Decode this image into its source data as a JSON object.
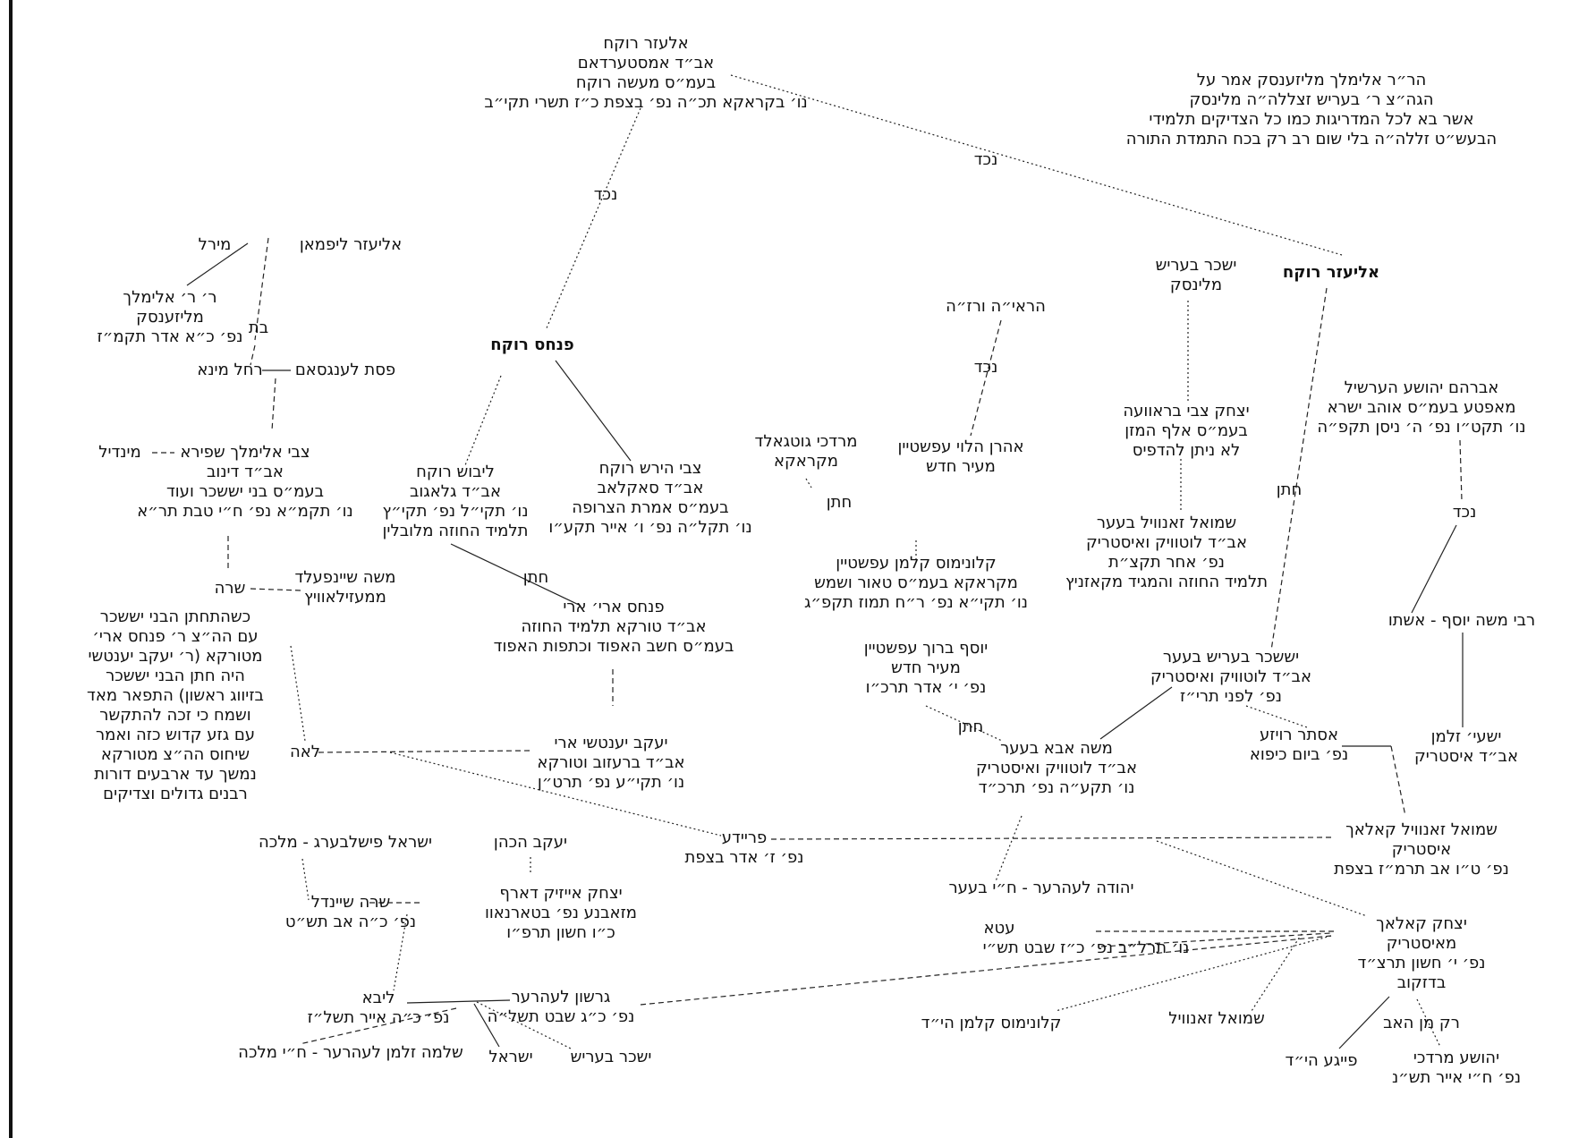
{
  "nodes": {
    "elazar_rokeach_amsterdam": [
      "אלעזר רוקח",
      "אב״ד אמסטערדאם",
      "בעמ״ס מעשה רוקח",
      "נו׳ בקראקא תכ״ה נפ׳ בצפת כ״ז תשרי תקי״ב"
    ],
    "note_noam": [
      "הר״ר אלימלך מליזענסק אמר על",
      "הגה״צ ר׳ בעריש זצללה״ה מלינסק",
      "אשר בא לכל המדריגות כמו כל הצדיקים תלמידי",
      "הבעש״ט זללה״ה בלי שום רב רק בכח התמדת התורה"
    ],
    "nekhed_1": [
      "נכד"
    ],
    "nekhed_2": [
      "נכד"
    ],
    "elazar_rokeach_right": [
      "אליעזר רוקח"
    ],
    "yissachar_berish_malinsk": [
      "ישכר בעריש",
      "מלינסק"
    ],
    "haraah": [
      "הראי״ה ורז״ה"
    ],
    "nekhed_3": [
      "נכד"
    ],
    "elazar_lipman": [
      "אליעזר ליפמאן"
    ],
    "mirel": [
      "מירל"
    ],
    "elimelech": [
      "ר׳ ר׳ אלימלך",
      "מליזענסק",
      "נפ׳ כ״א אדר תקמ״ז"
    ],
    "bat": [
      "בת"
    ],
    "pesach": [
      "פסת לענגסאם"
    ],
    "rachel_mina": [
      "רחל מינא"
    ],
    "zvi_elimelech": [
      "צבי אלימלך שפירא",
      "אב״ד דינוב",
      "בעמ״ס בני יששכר ועוד",
      "נו׳ תקמ״א נפ׳ ח״י טבת תר״א"
    ],
    "mindel": [
      "מינדיל"
    ],
    "moshe_sheinfeld": [
      "משה שיינפעלד",
      "ממעזילאוויץ"
    ],
    "sarah": [
      "שרה"
    ],
    "note_long": [
      "כשהתחתן הבני יששכר",
      "עם הה״צ ר׳ פנחס ארי׳",
      "מטורקא (ר׳ יעקב יענטשי",
      "היה חתן הבני יששכר",
      "בזיווג ראשון) התפאר מאד",
      "ושמח כי זכה להתקשר",
      "עם גזע קדוש כזה ואמר",
      "שיחוס הה״צ מטורקא",
      "נמשך עד ארבעים דורות",
      "רבנים גדולים וצדיקים"
    ],
    "leah": [
      "לאה"
    ],
    "pinchas_rokeach": [
      "פנחס רוקח"
    ],
    "leibush_rokeach": [
      "ליבוש רוקח",
      "אב״ד גלאגוב",
      "נו׳ תקי״ל נפ׳ תקי״ץ",
      "תלמיד החוזה מלובלין"
    ],
    "zvi_hirsh_rokeach": [
      "צבי הירש רוקח",
      "אב״ד סאקלאב",
      "בעמ״ס אמרת הצרופה",
      "נו׳ תקל״ה נפ׳ ו׳ אייר תקע״ו"
    ],
    "chatan_1": [
      "חתן"
    ],
    "pinchas_arye": [
      "פנחס ארי׳ ארי",
      "אב״ד טורקא תלמיד החוזה",
      "בעמ״ס חשב האפוד וכתפות האפוד"
    ],
    "yaakov_yenteshi": [
      "יעקב יענטשי ארי",
      "אב״ד ברעזוב וטורקא",
      "נו׳ תקי״ע נפ׳ תרט״ן"
    ],
    "mordechai_gutgeld": [
      "מרדכי גוטגאלד",
      "מקראקא"
    ],
    "chatan_2": [
      "חתן"
    ],
    "aharon_epstein": [
      "אהרן הלוי עפשטיין",
      "מעיר חדש"
    ],
    "kalonymus_epstein": [
      "קלונימוס קלמן עפשטיין",
      "מקראקא בעמ״ס טאור ושמש",
      "נו׳ תקי״א נפ׳ ר״ח תמוז תקפ״ג"
    ],
    "yitzchak_zvi_brauer": [
      "יצחק צבי בראוועה",
      "בעמ״ס אלף המזן",
      "לא ניתן להדפיס"
    ],
    "shmuel_zanvil_beer": [
      "שמואל זאנוויל בעער",
      "אב״ד לוטוויק ואיסטריק",
      "נפ׳ אחר תקצ״ת",
      "תלמיד החוזה והמגיד מקאזניץ"
    ],
    "chatan_3": [
      "חתן"
    ],
    "avraham_heshel": [
      "אברהם יהושע הערשיל",
      "מאפטע בעמ״ס אוהב ישרא",
      "נו׳ תקט״ו נפ׳ ה׳ ניסן תקפ״ה"
    ],
    "nekhed_4": [
      "נכד"
    ],
    "rabbi_moshe_yosef": [
      "רבי משה יוסף - אשתו"
    ],
    "yeshaya_zalman": [
      "ישעי׳ זלמן",
      "אב״ד איסטריק"
    ],
    "yissachar_berish_beer": [
      "יששכר בעריש בעער",
      "אב״ד לוטוויק ואיסטריק",
      "נפ׳ לפני תרי״ז"
    ],
    "esther_reizel": [
      "אסתר רויזע",
      "נפ׳ ביום כיפוא"
    ],
    "yosef_baruch": [
      "יוסף ברוך עפשטיין",
      "מעיר חדש",
      "נפ׳ י׳ אדר תרכ״ו"
    ],
    "chatan_4": [
      "חתן"
    ],
    "moshe_abba_beer": [
      "משה אבא בעער",
      "אב״ד לוטוויק ואיסטריק",
      "נו׳ תקע״ה נפ׳ תרכ״ד"
    ],
    "shmuel_kalach": [
      "שמואל זאנוויל קאלאך",
      "איסטריק",
      "נפ׳ ט״ו אב תרמ״ז בצפת"
    ],
    "freida": [
      "פריידע",
      "נפ׳ ז׳ אדר בצפת"
    ],
    "yehuda_lehrer": [
      "יהודה לעהרער - ח״י בעער"
    ],
    "eta": [
      "עטא"
    ],
    "eta_dates": [
      "נו׳ תרל״ב נפ׳ כ״ז שבט תש״י"
    ],
    "yitzchak_kalach": [
      "יצחק קאלאך",
      "מאיסטריק",
      "נפ׳ י׳ חשון תרצ״ד",
      "בדזקוב"
    ],
    "shmuel_zanvil": [
      "שמואל זאנוויל"
    ],
    "kalonymus_hyd": [
      "קלונימוס קלמן הי״ד"
    ],
    "rak_min_haav": [
      "רק מן האב"
    ],
    "feige": [
      "פייגע הי״ד"
    ],
    "yehoshua_mordechai": [
      "יהושע מרדכי",
      "נפ׳ ח״י אייר תש״נ"
    ],
    "yisrael_fishelberg": [
      "ישראל פישלבערג - מלכה"
    ],
    "sarah_sheindel": [
      "שרה שיינדל",
      "נפ׳ כ״ה אב תש״ט"
    ],
    "yaakov_hakohen": [
      "יעקב הכהן"
    ],
    "yitzchak_dorf": [
      "יצחק אייזיק דארף",
      "מזאבנע נפ׳ בטארנאוו",
      "כ״ו חשון תרפ״ו"
    ],
    "liba": [
      "ליבא",
      "נפ׳ כ״ה אייר תשל״ז"
    ],
    "gershon_lehrer": [
      "גרשון לעהרער",
      "נפ׳ כ״ג שבט תשל״ה"
    ],
    "shlomo_zalman": [
      "שלמה זלמן לעהרער - ח״י מלכה"
    ],
    "yisrael": [
      "ישראל"
    ],
    "yissachar_berish_2": [
      "ישכר בעריש"
    ]
  }
}
